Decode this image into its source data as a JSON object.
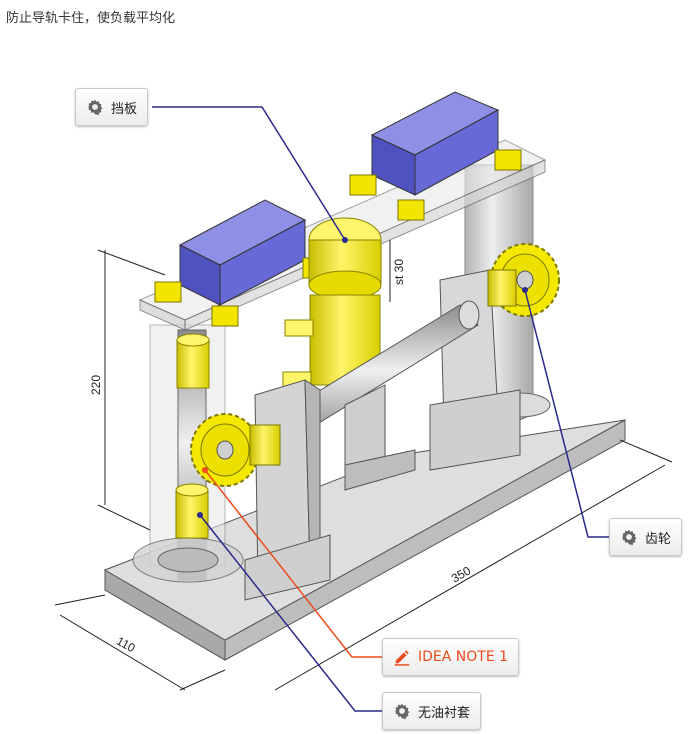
{
  "caption": "防止导轨卡住，使负载平均化",
  "callouts": {
    "baffle": "挡板",
    "gear": "齿轮",
    "idea_note": "IDEA NOTE 1",
    "bushing": "无油衬套"
  },
  "dimensions": {
    "height": "220",
    "width": "110",
    "length": "350",
    "stroke": "st 30"
  },
  "colors": {
    "gear_yellow": "#f5e800",
    "motor_blue": "#5b5fd0",
    "leader_blue": "#2a2a8c",
    "leader_red": "#ef4a1c"
  },
  "icons": [
    "gear-icon",
    "pencil-icon"
  ]
}
